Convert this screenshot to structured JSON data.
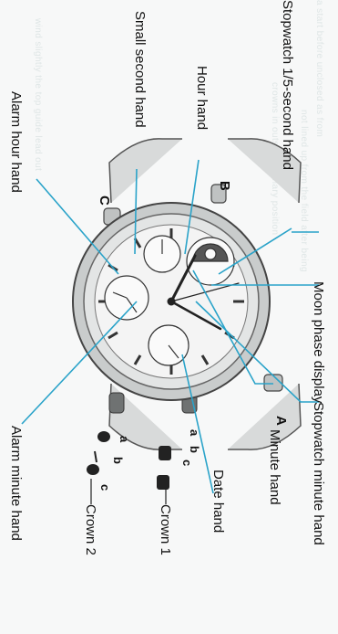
{
  "labels": {
    "stopwatch_fifth": "Stopwatch 1/5-second hand",
    "small_second": "Small second hand",
    "hour_hand": "Hour hand",
    "alarm_hour": "Alarm hour hand",
    "moon_phase": "Moon phase display",
    "stopwatch_minute": "Stopwatch minute hand",
    "minute_hand": "Minute hand",
    "date_hand": "Date hand",
    "alarm_minute": "Alarm minute hand",
    "crown1": "Crown 1",
    "crown2": "Crown 2"
  },
  "buttons": {
    "A": "A",
    "B": "B",
    "C": "C"
  },
  "crown_positions": {
    "a": "a",
    "b": "b",
    "c": "c"
  },
  "colors": {
    "leader": "#2aa3c9",
    "case": "#c9cccc",
    "dial": "#f4f4f4",
    "ink": "#111111"
  }
}
